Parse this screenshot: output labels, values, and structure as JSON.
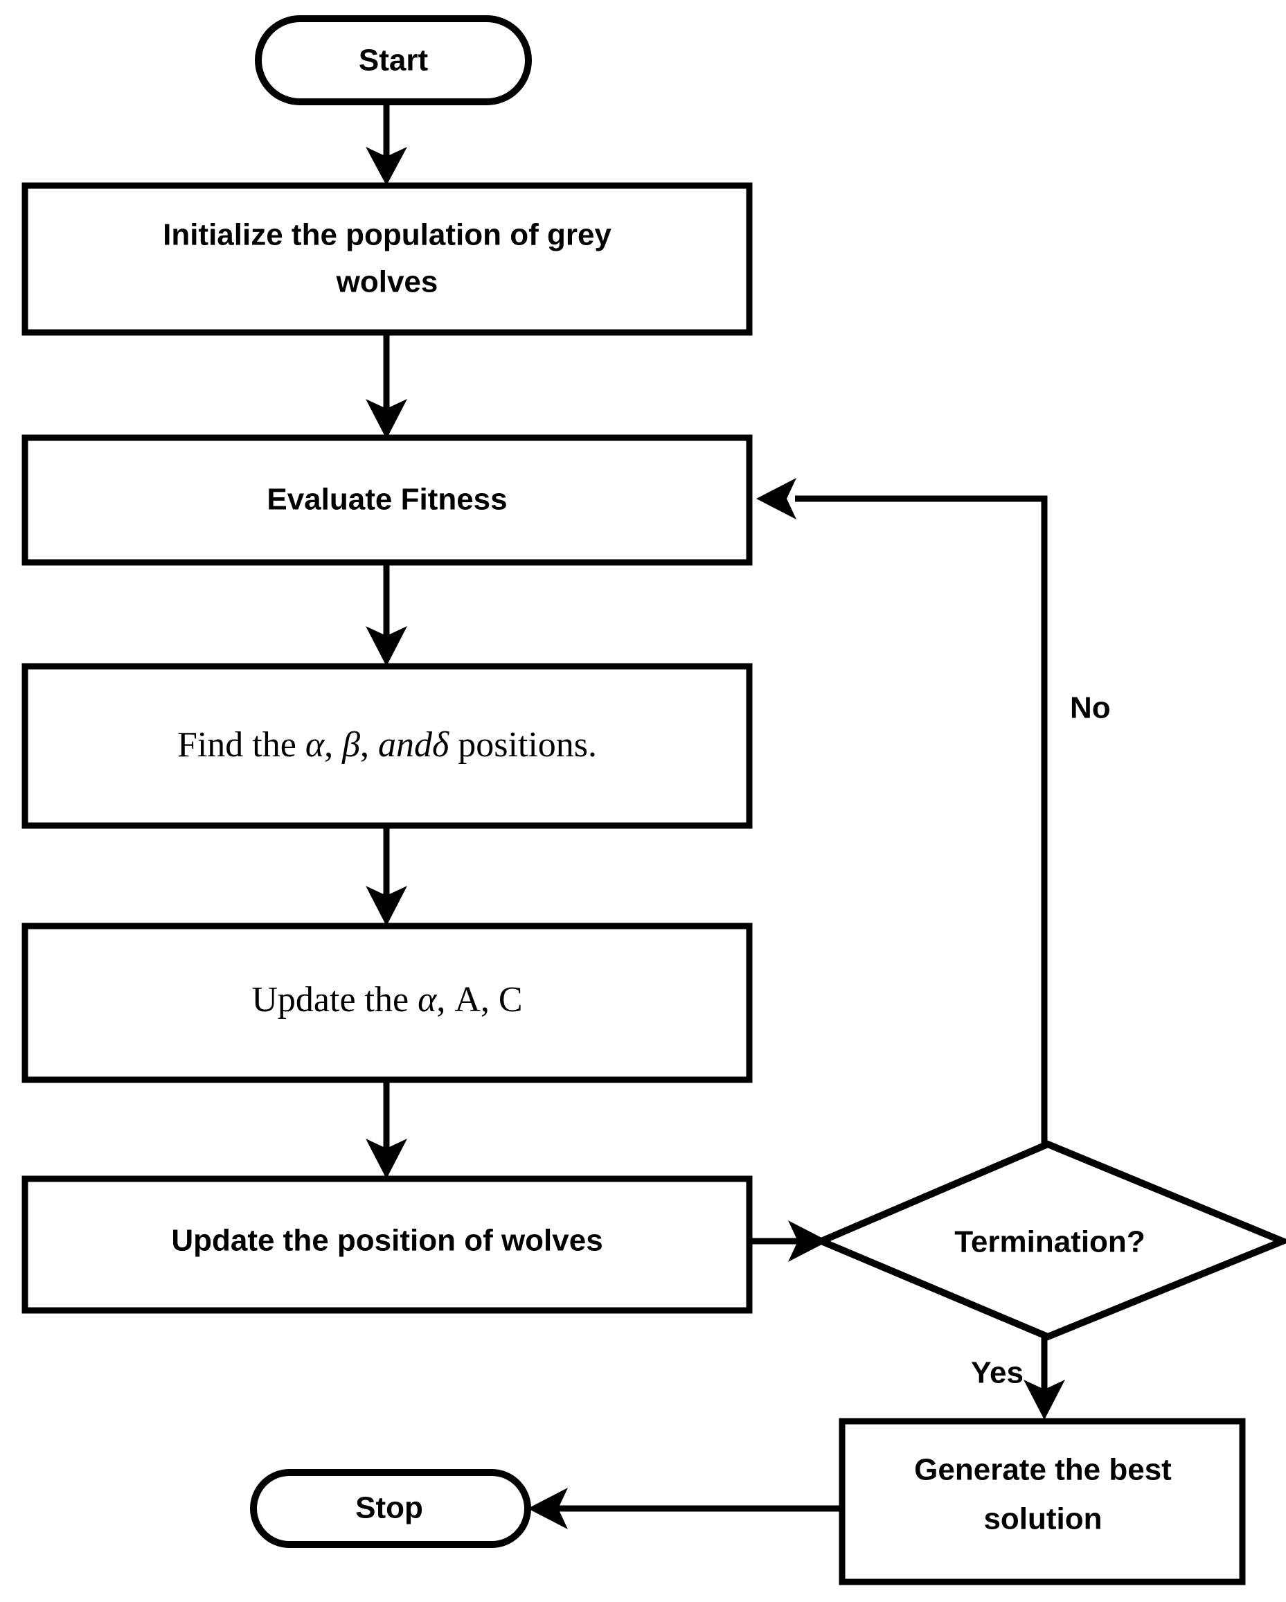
{
  "diagram": {
    "title": "Grey Wolf Optimizer flowchart",
    "background_color": "#ffffff",
    "stroke_color": "#000000",
    "nodes": {
      "start": {
        "label": "Start",
        "shape": "stadium"
      },
      "initialize": {
        "label_line1": "Initialize the population of grey",
        "label_line2": "wolves",
        "shape": "rectangle"
      },
      "evaluate": {
        "label": "Evaluate Fitness",
        "shape": "rectangle"
      },
      "find": {
        "shape": "rectangle",
        "prefix": "Find the ",
        "alpha": "α",
        "sep1": ", ",
        "beta": "β",
        "sep2": ", ",
        "and": "and",
        "delta": "δ",
        "suffix": " positions.",
        "plain": "Find the α, β, andδ positions."
      },
      "update_params": {
        "shape": "rectangle",
        "prefix": "Update the ",
        "alpha": "α",
        "suffix": ", A, C",
        "plain": "Update the α, A, C"
      },
      "update_position": {
        "label": "Update the position of wolves",
        "shape": "rectangle"
      },
      "termination": {
        "label": "Termination?",
        "shape": "diamond"
      },
      "generate": {
        "label_line1": "Generate the best",
        "label_line2": "solution",
        "shape": "rectangle"
      },
      "stop": {
        "label": "Stop",
        "shape": "stadium"
      }
    },
    "edges": [
      {
        "from": "start",
        "to": "initialize",
        "label": ""
      },
      {
        "from": "initialize",
        "to": "evaluate",
        "label": ""
      },
      {
        "from": "evaluate",
        "to": "find",
        "label": ""
      },
      {
        "from": "find",
        "to": "update_params",
        "label": ""
      },
      {
        "from": "update_params",
        "to": "update_position",
        "label": ""
      },
      {
        "from": "update_position",
        "to": "termination",
        "label": ""
      },
      {
        "from": "termination",
        "to": "evaluate",
        "label": "No"
      },
      {
        "from": "termination",
        "to": "generate",
        "label": "Yes"
      },
      {
        "from": "generate",
        "to": "stop",
        "label": ""
      }
    ],
    "edge_labels": {
      "no": "No",
      "yes": "Yes"
    }
  }
}
